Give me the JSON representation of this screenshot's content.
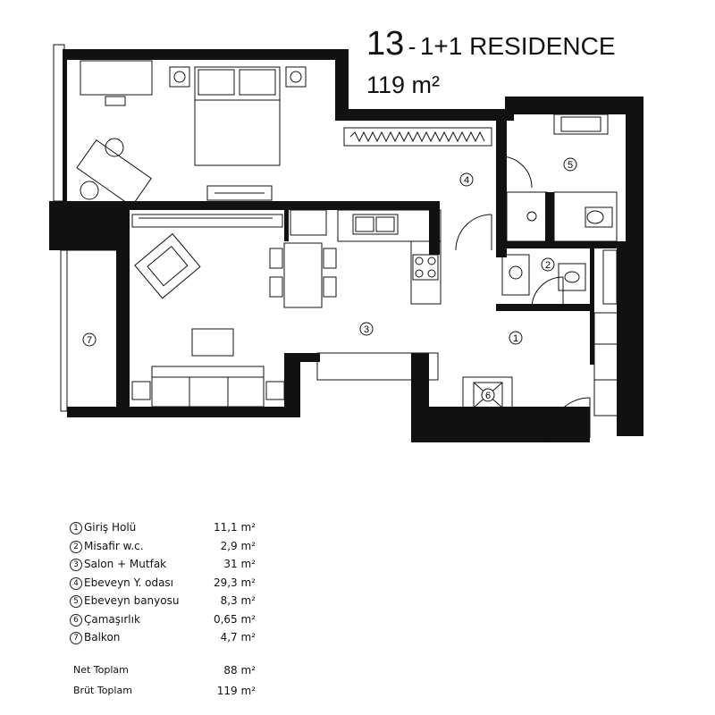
{
  "title": {
    "number": "13",
    "separator": "-",
    "name": "1+1 RESIDENCE",
    "area": "119 m²"
  },
  "room_markers": [
    "1",
    "2",
    "3",
    "4",
    "5",
    "6",
    "7"
  ],
  "legend": [
    {
      "num": "1",
      "name": "Giriş Holü",
      "area": "11,1 m²"
    },
    {
      "num": "2",
      "name": "Misafir w.c.",
      "area": "2,9 m²"
    },
    {
      "num": "3",
      "name": "Salon + Mutfak",
      "area": "31 m²"
    },
    {
      "num": "4",
      "name": "Ebeveyn Y. odası",
      "area": "29,3 m²"
    },
    {
      "num": "5",
      "name": "Ebeveyn banyosu",
      "area": "8,3 m²"
    },
    {
      "num": "6",
      "name": "Çamaşırlık",
      "area": "0,65 m²"
    },
    {
      "num": "7",
      "name": "Balkon",
      "area": "4,7 m²"
    }
  ],
  "totals": [
    {
      "label": "Net Toplam",
      "value": "88 m²"
    },
    {
      "label": "Brüt Toplam",
      "value": "119 m²"
    }
  ]
}
